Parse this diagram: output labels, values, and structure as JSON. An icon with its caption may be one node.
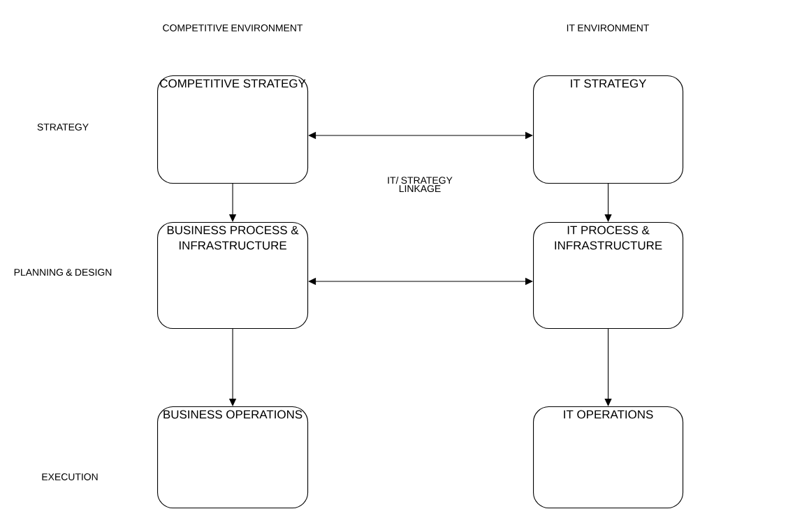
{
  "diagram": {
    "nodes": [
      {
        "text": [
          "COMPETITIVE STRATEGY"
        ]
      },
      {
        "text": [
          "IT STRATEGY"
        ]
      },
      {
        "text": [
          "BUSINESS PROCESS & INFRASTRUCTURE"
        ]
      },
      {
        "text": [
          "IT PROCESS & INFRASTRUCTURE"
        ]
      },
      {
        "text": [
          "BUSINESS OPERATIONS"
        ]
      },
      {
        "text": [
          "IT OPERATIONS"
        ]
      }
    ],
    "edges": [
      {
        "from": 0,
        "to": 1,
        "arrow": "both",
        "label": "IT/ STRATEGY LINKAGE"
      },
      {
        "from": 0,
        "to": 2,
        "arrow": "to"
      },
      {
        "from": 1,
        "to": 3,
        "arrow": "to"
      },
      {
        "from": 2,
        "to": 3,
        "arrow": "both"
      },
      {
        "from": 2,
        "to": 4,
        "arrow": "to"
      },
      {
        "from": 3,
        "to": 5,
        "arrow": "to"
      }
    ],
    "labels": [
      "COMPETITIVE ENVIRONMENT",
      "IT ENVIRONMENT",
      "STRATEGY",
      "PLANNING & DESIGN",
      "EXECUTION"
    ]
  }
}
